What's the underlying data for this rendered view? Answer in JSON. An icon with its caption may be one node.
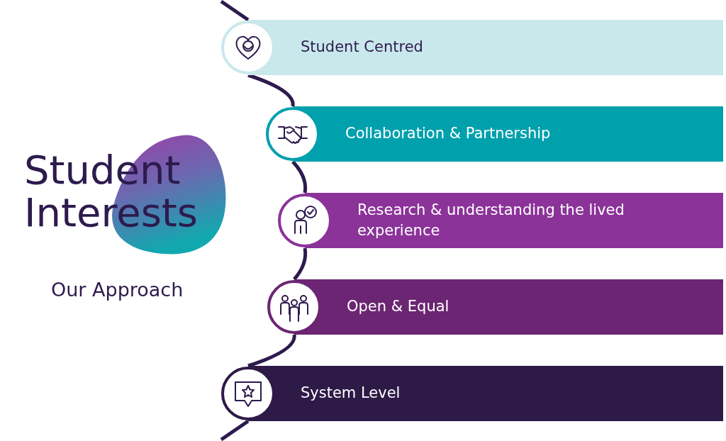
{
  "diagram": {
    "nodes": [
      {
        "text": [
          "Student Interests"
        ]
      },
      {
        "text": [
          "Student Centred"
        ]
      },
      {
        "text": [
          "Collaboration & Partnership"
        ]
      },
      {
        "text": [
          "Research & understanding the lived experience"
        ]
      },
      {
        "text": [
          "Open & Equal"
        ]
      },
      {
        "text": [
          "System Level"
        ]
      }
    ],
    "edges": [
      {
        "from": null,
        "to": 1,
        "arrow": "none"
      },
      {
        "from": 1,
        "to": 2,
        "arrow": "none"
      },
      {
        "from": 2,
        "to": 3,
        "arrow": "none"
      },
      {
        "from": 3,
        "to": 4,
        "arrow": "none"
      },
      {
        "from": 4,
        "to": 5,
        "arrow": "none"
      },
      {
        "from": 5,
        "to": null,
        "arrow": "none"
      }
    ],
    "labels": [
      "Our Approach"
    ]
  }
}
